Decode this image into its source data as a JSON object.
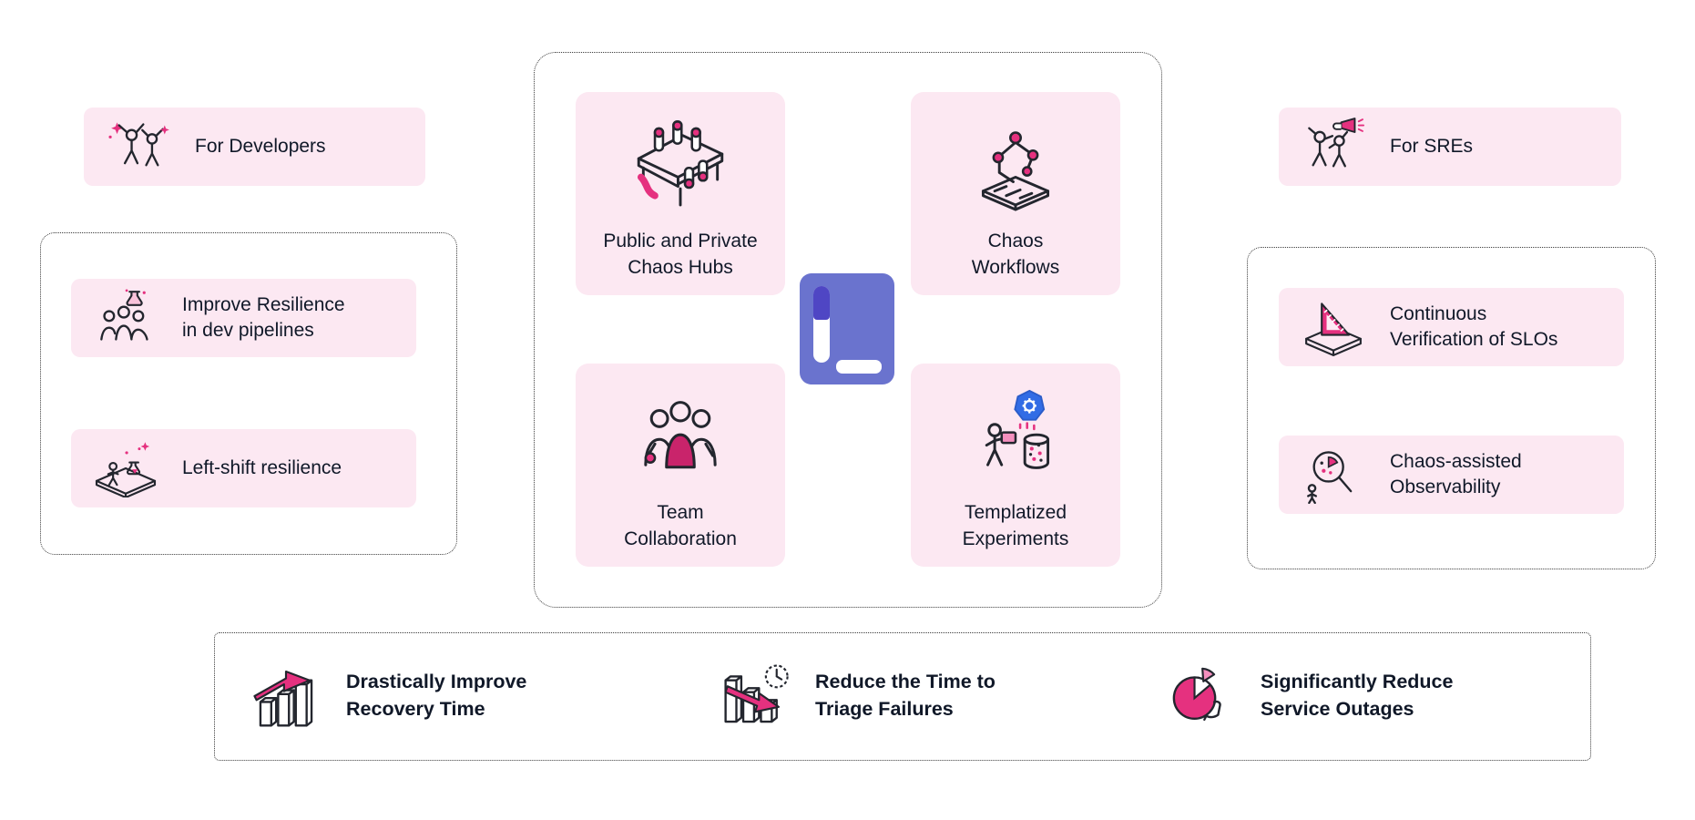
{
  "colors": {
    "card_bg": "#fce8f2",
    "accent_pink": "#e5317f",
    "light_pink": "#f48fbe",
    "logo_bg": "#6a73ce",
    "logo_dark": "#4f46c4",
    "kubernetes_blue": "#326ce5",
    "text": "#101828",
    "dotted_border": "#3c3c3c"
  },
  "left": {
    "developers_card": {
      "label": "For Developers",
      "icon": "celebrating-developers-icon"
    },
    "group_items": [
      {
        "label": "Improve Resilience\nin dev pipelines",
        "icon": "team-with-flask-icon"
      },
      {
        "label": "Left-shift resilience",
        "icon": "experiment-platform-icon"
      }
    ]
  },
  "center": {
    "logo": {
      "name": "litmus-logo"
    },
    "cards": [
      {
        "label": "Public and Private\nChaos Hubs",
        "icon": "chaos-hub-rack-icon"
      },
      {
        "label": "Chaos\nWorkflows",
        "icon": "workflow-nodes-icon"
      },
      {
        "label": "Team\nCollaboration",
        "icon": "team-collaboration-icon"
      },
      {
        "label": "Templatized\nExperiments",
        "icon": "kubernetes-experiment-icon"
      }
    ]
  },
  "right": {
    "sres_card": {
      "label": "For SREs",
      "icon": "sre-announcement-icon"
    },
    "group_items": [
      {
        "label": "Continuous\nVerification of SLOs",
        "icon": "slo-gauge-icon"
      },
      {
        "label": "Chaos-assisted\nObservability",
        "icon": "observability-magnifier-icon"
      }
    ]
  },
  "bottom": {
    "items": [
      {
        "label": "Drastically Improve\nRecovery Time",
        "icon": "recovery-arrow-icon"
      },
      {
        "label": "Reduce the Time to\nTriage Failures",
        "icon": "triage-clock-icon"
      },
      {
        "label": "Significantly Reduce\nService Outages",
        "icon": "outage-pie-icon"
      }
    ]
  }
}
